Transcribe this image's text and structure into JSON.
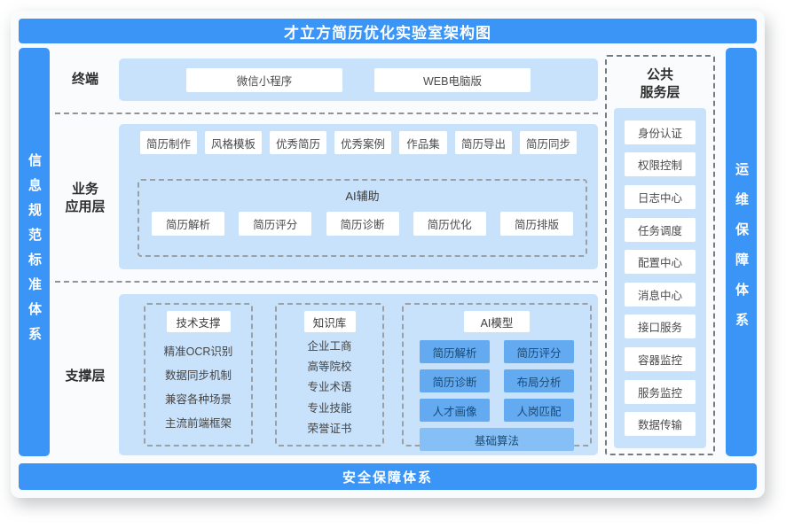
{
  "title": "才立方简历优化实验室架构图",
  "banners": {
    "left": "信息规范标准体系",
    "right": "运维保障体系",
    "bottom": "安全保障体系"
  },
  "terminal": {
    "label": "终端",
    "items": [
      "微信小程序",
      "WEB电脑版"
    ]
  },
  "business": {
    "label_line1": "业务",
    "label_line2": "应用层",
    "apps": [
      "简历制作",
      "风格模板",
      "优秀简历",
      "优秀案例",
      "作品集",
      "简历导出",
      "简历同步"
    ],
    "ai_assist": {
      "title": "AI辅助",
      "items": [
        "简历解析",
        "简历评分",
        "简历诊断",
        "简历优化",
        "简历排版"
      ]
    }
  },
  "support": {
    "label": "支撑层",
    "tech": {
      "title": "技术支撑",
      "items": [
        "精准OCR识别",
        "数据同步机制",
        "兼容各种场景",
        "主流前端框架"
      ]
    },
    "knowledge": {
      "title": "知识库",
      "items": [
        "企业工商",
        "高等院校",
        "专业术语",
        "专业技能",
        "荣誉证书"
      ]
    },
    "ai_model": {
      "title": "AI模型",
      "chips": [
        "简历解析",
        "简历评分",
        "简历诊断",
        "布局分析",
        "人才画像",
        "人岗匹配"
      ],
      "wide_chip": "基础算法"
    }
  },
  "public_services": {
    "title_line1": "公共",
    "title_line2": "服务层",
    "items": [
      "身份认证",
      "权限控制",
      "日志中心",
      "任务调度",
      "配置中心",
      "消息中心",
      "接口服务",
      "容器监控",
      "服务监控",
      "数据传输"
    ]
  },
  "colors": {
    "banner_blue": "#3a95f7",
    "container_blue": "#c9e2fb",
    "chip_blue": "#64aaf0",
    "chip_blue_light": "#85bff6"
  }
}
